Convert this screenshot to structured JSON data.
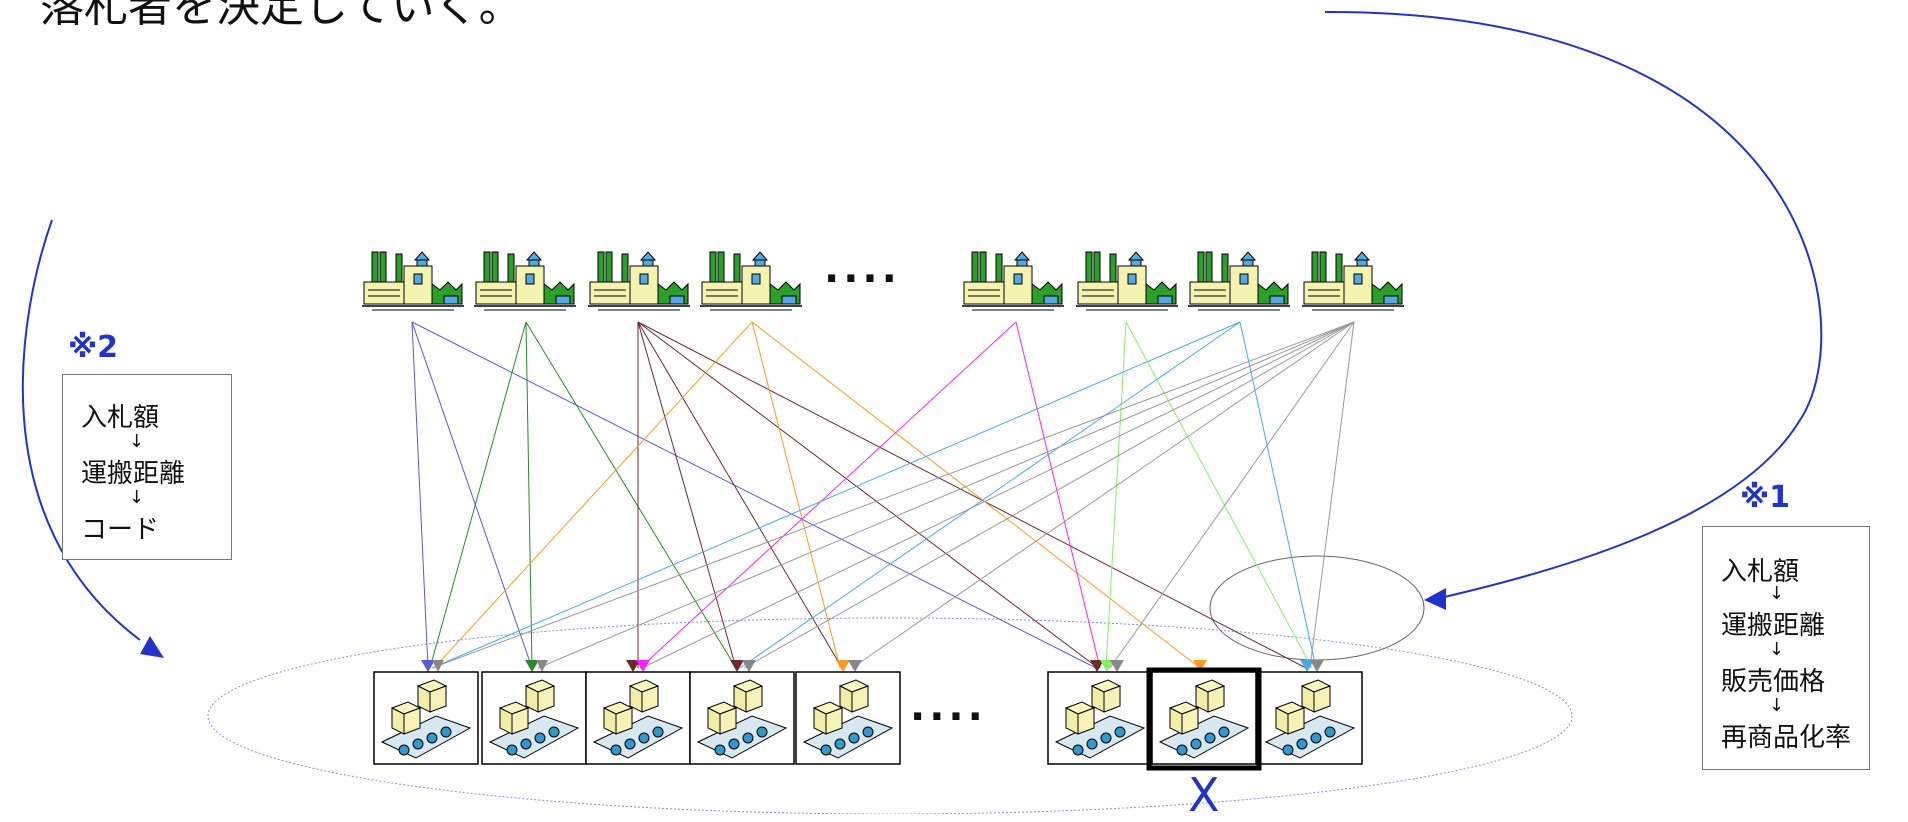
{
  "top_text": "落札者を決定していく。",
  "note1": {
    "mark": "※1",
    "items": [
      "入札額",
      "運搬距離",
      "販売価格",
      "再商品化率"
    ],
    "arrow": "↓"
  },
  "note2": {
    "mark": "※2",
    "items": [
      "入札額",
      "運搬距離",
      "コード"
    ],
    "arrow": "↓"
  },
  "ellipsis_factories": "····",
  "ellipsis_conveyors": "····",
  "selected_label": "X",
  "colors": {
    "blue": "#3a45cc",
    "purple_line": "#5a5ad8",
    "green_line": "#2a8a2a",
    "brown_line": "#6a2a2a",
    "orange_line": "#ff9a20",
    "magenta_line": "#ff22ff",
    "lightgreen_line": "#88ee66",
    "skyblue_line": "#44aaee",
    "gray_line": "#999999"
  }
}
